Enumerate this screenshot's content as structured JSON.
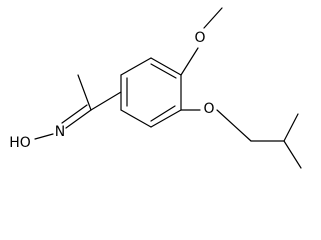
{
  "molecule": {
    "atoms": {
      "oxime_hydroxyl": "HO",
      "oxime_nitrogen": "N",
      "methoxy_oxygen": "O",
      "ether_oxygen": "O"
    },
    "colors": {
      "bonds": "#000000",
      "labels": "#000000",
      "background": "#ffffff"
    }
  }
}
